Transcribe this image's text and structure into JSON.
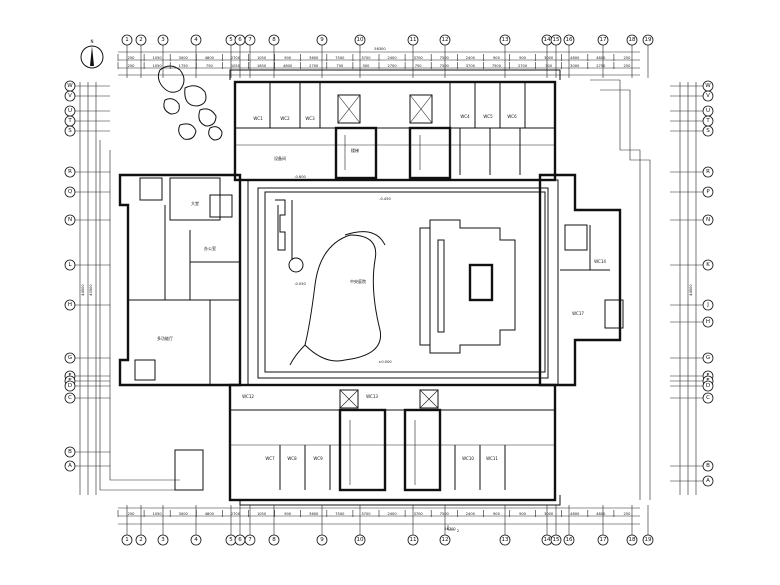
{
  "drawing": {
    "type": "floor-plan-electrical",
    "north_label": "N",
    "overall_width_dim": "56300",
    "overall_depth_dim": "44500",
    "inner_depth_dim": "40500",
    "courtyard_label": "中央庭院",
    "scale_marker": "2"
  },
  "top_axes": [
    "1",
    "2",
    "3",
    "4",
    "5",
    "6",
    "7",
    "8",
    "9",
    "10",
    "11",
    "12",
    "13",
    "14",
    "15",
    "16",
    "17",
    "18",
    "19"
  ],
  "bottom_axes": [
    "1",
    "2",
    "3",
    "4",
    "5",
    "6",
    "7",
    "8",
    "9",
    "10",
    "11",
    "12",
    "13",
    "14",
    "15",
    "16",
    "17",
    "18",
    "19"
  ],
  "left_axes": [
    "W",
    "V",
    "U",
    "T",
    "S",
    "R",
    "Q",
    "N",
    "L",
    "H",
    "G",
    "F",
    "E",
    "D",
    "C",
    "B",
    "A"
  ],
  "right_axes": [
    "W",
    "V",
    "U",
    "T",
    "S",
    "R",
    "P",
    "N",
    "K",
    "J",
    "H",
    "G",
    "F",
    "E",
    "D",
    "C",
    "B",
    "A"
  ],
  "top_dims_outer": [
    "250",
    "1050",
    "3000",
    "4800",
    "2700",
    "1050",
    "900",
    "3600",
    "7500",
    "3700",
    "2400",
    "3700",
    "7500",
    "2400",
    "900",
    "900",
    "3000",
    "4800",
    "4800",
    "250"
  ],
  "top_dims_inner": [
    "250",
    "1050",
    "1750",
    "750",
    "1050",
    "1650",
    "4800",
    "2700",
    "750",
    "300",
    "2700",
    "750",
    "7500",
    "3700",
    "7500",
    "2700",
    "300",
    "3000",
    "2750",
    "250"
  ],
  "bottom_dims": [
    "250",
    "1050",
    "3000",
    "4800",
    "2700",
    "1050",
    "900",
    "3600",
    "7500",
    "3700",
    "2400",
    "3700",
    "7500",
    "2400",
    "900",
    "900",
    "3000",
    "4800",
    "4800",
    "250"
  ],
  "room_labels": {
    "wc": [
      "WC1",
      "WC2",
      "WC3",
      "WC4",
      "WC5",
      "WC6",
      "WC7",
      "WC8",
      "WC9",
      "WC10",
      "WC11",
      "WC12",
      "WC13",
      "WC14",
      "WC17"
    ],
    "stair": "楼梯",
    "lobby": "大堂",
    "office": "办公室",
    "hall": "多功能厅",
    "equipment": "设备间"
  },
  "elevations": [
    "-0.600",
    "-0.450",
    "-0.050",
    "±0.000"
  ],
  "colors": {
    "line": "#111111",
    "background": "#ffffff"
  }
}
